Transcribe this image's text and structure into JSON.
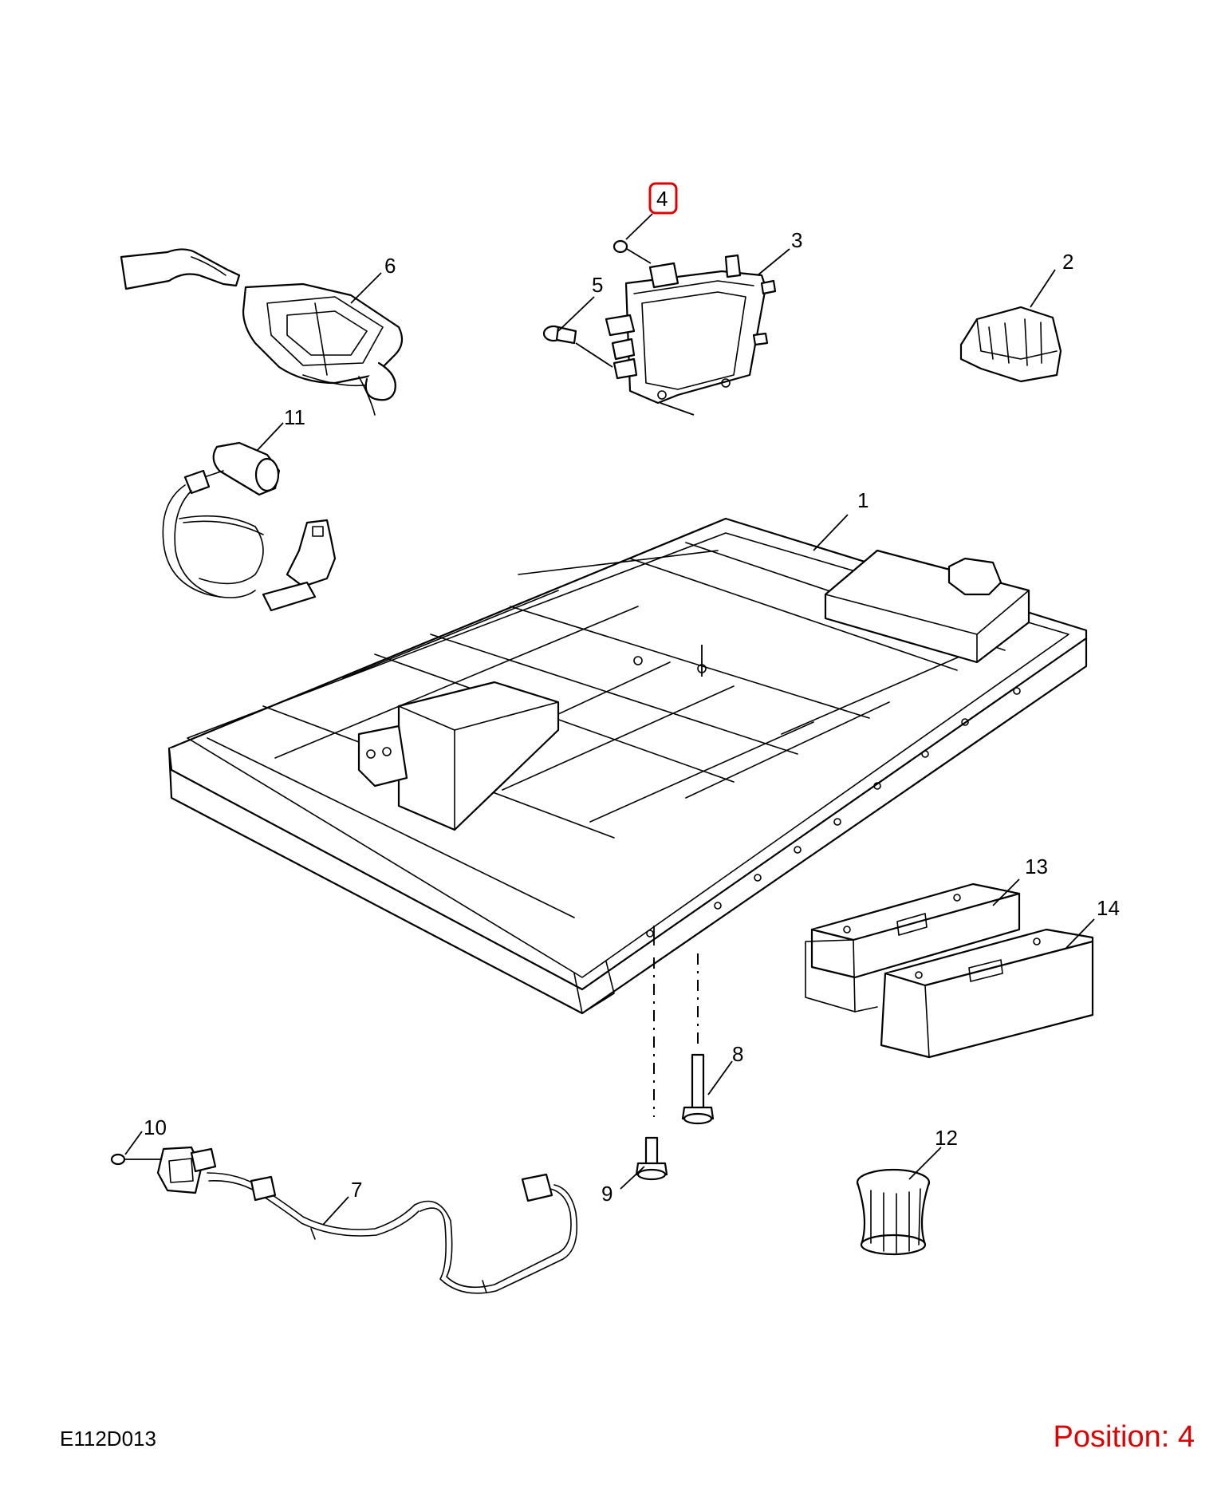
{
  "diagram": {
    "code": "E112D013",
    "position_prefix": "Position:",
    "position_value": "4",
    "highlight_color": "#e00000",
    "callouts": [
      {
        "id": "c1",
        "label": "1"
      },
      {
        "id": "c2",
        "label": "2"
      },
      {
        "id": "c3",
        "label": "3"
      },
      {
        "id": "c4",
        "label": "4",
        "highlighted": true
      },
      {
        "id": "c5",
        "label": "5"
      },
      {
        "id": "c6",
        "label": "6"
      },
      {
        "id": "c7",
        "label": "7"
      },
      {
        "id": "c8",
        "label": "8"
      },
      {
        "id": "c9",
        "label": "9"
      },
      {
        "id": "c10",
        "label": "10"
      },
      {
        "id": "c11",
        "label": "11"
      },
      {
        "id": "c12",
        "label": "12"
      },
      {
        "id": "c13",
        "label": "13"
      },
      {
        "id": "c14",
        "label": "14"
      }
    ]
  }
}
